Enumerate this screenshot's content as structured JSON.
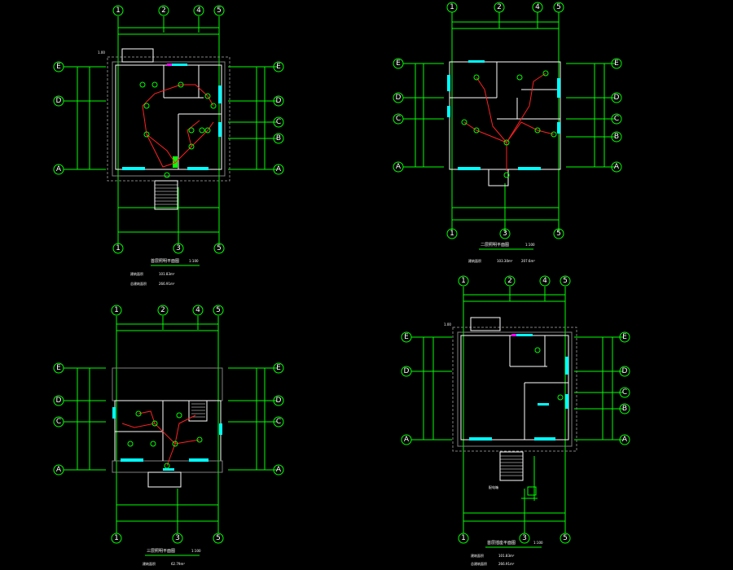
{
  "colors": {
    "background": "#000000",
    "axis": "#00ff00",
    "wall": "#ffffff",
    "window": "#00ffff",
    "wiring": "#ff2020",
    "fixture": "#00ff00",
    "outline": "#808080",
    "accent": "#ff00ff"
  },
  "grid": {
    "columns": [
      "1",
      "2",
      "4",
      "5"
    ],
    "columns_bottom": [
      "1",
      "3",
      "5"
    ],
    "rows": [
      "E",
      "D",
      "C",
      "B",
      "A"
    ],
    "rows_plan3": [
      "E",
      "D",
      "C",
      "A"
    ]
  },
  "plans": [
    {
      "id": "plan-1",
      "note_top": "1.00",
      "texts": [
        "首层照明平面图",
        "1:100"
      ],
      "area1_label": "建筑面积",
      "area1_value": "101.83m²",
      "area2_label": "总建筑面积",
      "area2_value": "266.91m²"
    },
    {
      "id": "plan-2",
      "texts": [
        "二层照明平面图",
        "1:100"
      ],
      "area1_label": "建筑面积",
      "area1_value": "103.30m²",
      "area2_value": "207.6m²"
    },
    {
      "id": "plan-3",
      "texts": [
        "三层照明平面图",
        "1:100"
      ],
      "area1_label": "建筑面积",
      "area1_value": "62.79m²"
    },
    {
      "id": "plan-4",
      "texts": [
        "首层插座平面图",
        "1:100"
      ],
      "area1_label": "建筑面积",
      "area1_value": "101.83m²",
      "area2_label": "总建筑面积",
      "area2_value": "266.91m²",
      "note": "配电箱",
      "note_top": "1.00"
    }
  ]
}
